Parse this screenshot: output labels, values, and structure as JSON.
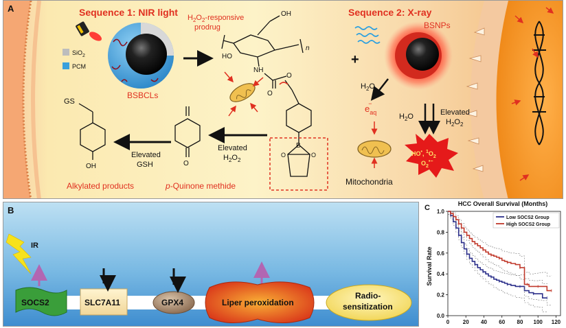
{
  "panel_a": {
    "letter": "A",
    "seq1_title": "Sequence 1: NIR light",
    "seq2_title": "Sequence 2: X-ray",
    "prodrug_label_pre": "H",
    "prodrug_label_sub1": "2",
    "prodrug_label_mid": "O",
    "prodrug_label_sub2": "2",
    "prodrug_label_post": "-responsive",
    "prodrug_label_line2": "prodrug",
    "legend_sio2": "SiO",
    "legend_sio2_sub": "2",
    "legend_pcm": "PCM",
    "bsbcls": "BSBCLs",
    "bsnps": "BSNPs",
    "plus": "+",
    "h2o_1": "H",
    "h2o_1_sub": "2",
    "h2o_1_end": "O",
    "eaq": "e",
    "eaq_sub": "aq",
    "eaq_sup": "−",
    "h2o_2": "H",
    "h2o_2_sub": "2",
    "h2o_2_end": "O",
    "elevated_h2o2_right_1": "Elevated",
    "elevated_h2o2_right_2": "H",
    "elevated_h2o2_right_2_sub": "2",
    "elevated_h2o2_right_2_end": "O",
    "elevated_h2o2_right_2_sub2": "2",
    "ros_line1": "HO",
    "ros_line1_sup": "•",
    "ros_line1b": ", ",
    "ros_line1c_sup": "1",
    "ros_line1d": "O",
    "ros_line1d_sub": "2",
    "ros_line2": "O",
    "ros_line2_sub": "2",
    "ros_line2_sup": "•−",
    "mitochondria": "Mitochondria",
    "elevated_gsh_1": "Elevated",
    "elevated_gsh_2": "GSH",
    "elevated_h2o2_mid_1": "Elevated",
    "elevated_h2o2_mid_2": "H",
    "elevated_h2o2_mid_2_sub": "2",
    "elevated_h2o2_mid_2_end": "O",
    "elevated_h2o2_mid_2_sub2": "2",
    "alkylated_products": "Alkylated products",
    "p_quinone_italic": "p",
    "p_quinone_rest": "-Quinone methide",
    "chem": {
      "oh": "OH",
      "ho": "HO",
      "nh": "NH",
      "o": "O",
      "n": "n",
      "b": "B",
      "gs": "GS",
      "oh2": "OH",
      "o2": "O"
    }
  },
  "panel_b": {
    "letter": "B",
    "ir": "IR",
    "socs2": "SOCS2",
    "slc7a11": "SLC7A11",
    "gpx4": "GPX4",
    "liper": "Liper peroxidation",
    "radio_1": "Radio-",
    "radio_2": "sensitization",
    "colors": {
      "arrow_up": "#b266b2",
      "arrow_down": "#111111",
      "socs2_fill": "#3a9e3a",
      "liper_fill": "#e2541a"
    }
  },
  "panel_c": {
    "letter": "C",
    "chart_data": {
      "type": "line",
      "title": "HCC Overall Survival (Months)",
      "xlabel": "",
      "ylabel": "Survival Rate",
      "xlim": [
        0,
        125
      ],
      "ylim": [
        0,
        1.0
      ],
      "xticks": [
        0,
        20,
        40,
        60,
        80,
        100,
        120
      ],
      "yticks": [
        0.0,
        0.2,
        0.4,
        0.6,
        0.8,
        1.0
      ],
      "legend_position": "top-right",
      "series": [
        {
          "name": "Low SOCS2 Group",
          "color": "#2b2f8a",
          "x": [
            0,
            3,
            6,
            9,
            12,
            15,
            18,
            21,
            24,
            27,
            30,
            33,
            36,
            39,
            42,
            45,
            48,
            51,
            54,
            57,
            60,
            63,
            66,
            70,
            75,
            80,
            85,
            90,
            95,
            100,
            105,
            110
          ],
          "y": [
            1.0,
            0.96,
            0.9,
            0.84,
            0.77,
            0.7,
            0.64,
            0.59,
            0.55,
            0.52,
            0.49,
            0.46,
            0.44,
            0.42,
            0.4,
            0.38,
            0.37,
            0.35,
            0.34,
            0.33,
            0.32,
            0.31,
            0.3,
            0.29,
            0.28,
            0.28,
            0.24,
            0.22,
            0.21,
            0.21,
            0.17,
            0.17
          ]
        },
        {
          "name": "High SOCS2 Group",
          "color": "#c0392b",
          "x": [
            0,
            3,
            6,
            9,
            12,
            15,
            18,
            21,
            24,
            27,
            30,
            33,
            36,
            39,
            42,
            45,
            48,
            51,
            54,
            57,
            60,
            63,
            66,
            70,
            75,
            80,
            83,
            85,
            88,
            90,
            95,
            100,
            105,
            110,
            115
          ],
          "y": [
            1.0,
            0.98,
            0.95,
            0.92,
            0.88,
            0.84,
            0.8,
            0.77,
            0.74,
            0.71,
            0.69,
            0.67,
            0.65,
            0.63,
            0.61,
            0.59,
            0.58,
            0.57,
            0.56,
            0.55,
            0.53,
            0.52,
            0.51,
            0.5,
            0.49,
            0.46,
            0.46,
            0.3,
            0.3,
            0.28,
            0.28,
            0.28,
            0.28,
            0.24,
            0.24
          ]
        }
      ]
    }
  }
}
